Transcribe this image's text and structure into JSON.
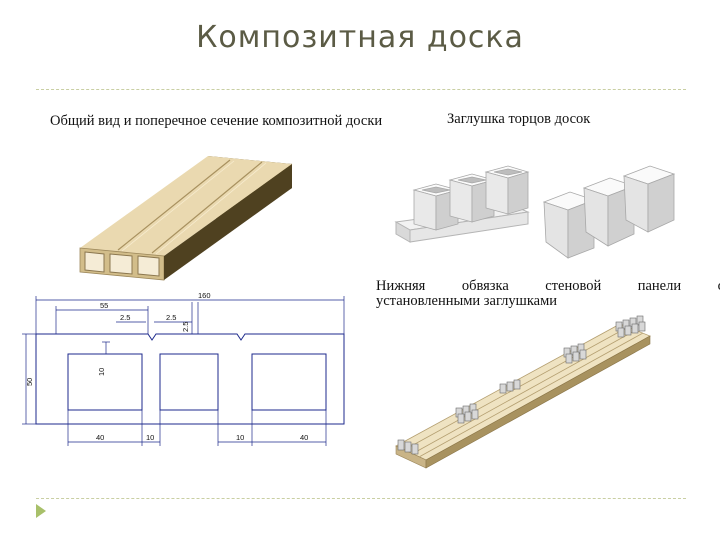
{
  "title": "Композитная доска",
  "captions": {
    "general_view": "Общий вид и поперечное сечение композитной доски",
    "end_caps": "Заглушка торцов досок",
    "bottom_frame_words": [
      "Нижняя",
      "обвязка",
      "стеновой",
      "панели",
      "с"
    ],
    "bottom_frame_line2": "установленными заглушками"
  },
  "drawing_dims": {
    "width": "160",
    "dim_55": "55",
    "dim_25a": "2.5",
    "dim_25b": "2.5",
    "dim_25c": "2.5",
    "height": "50",
    "dim_10_vertical": "10",
    "dim_40a": "40",
    "dim_10a": "10",
    "dim_10b": "10",
    "dim_40b": "40"
  },
  "colors": {
    "title": "#5b5b45",
    "board": "#e6d2a5",
    "drawing_line": "#1d2a8c",
    "rule": "#c9cfa3",
    "marker": "#a8c06a"
  }
}
